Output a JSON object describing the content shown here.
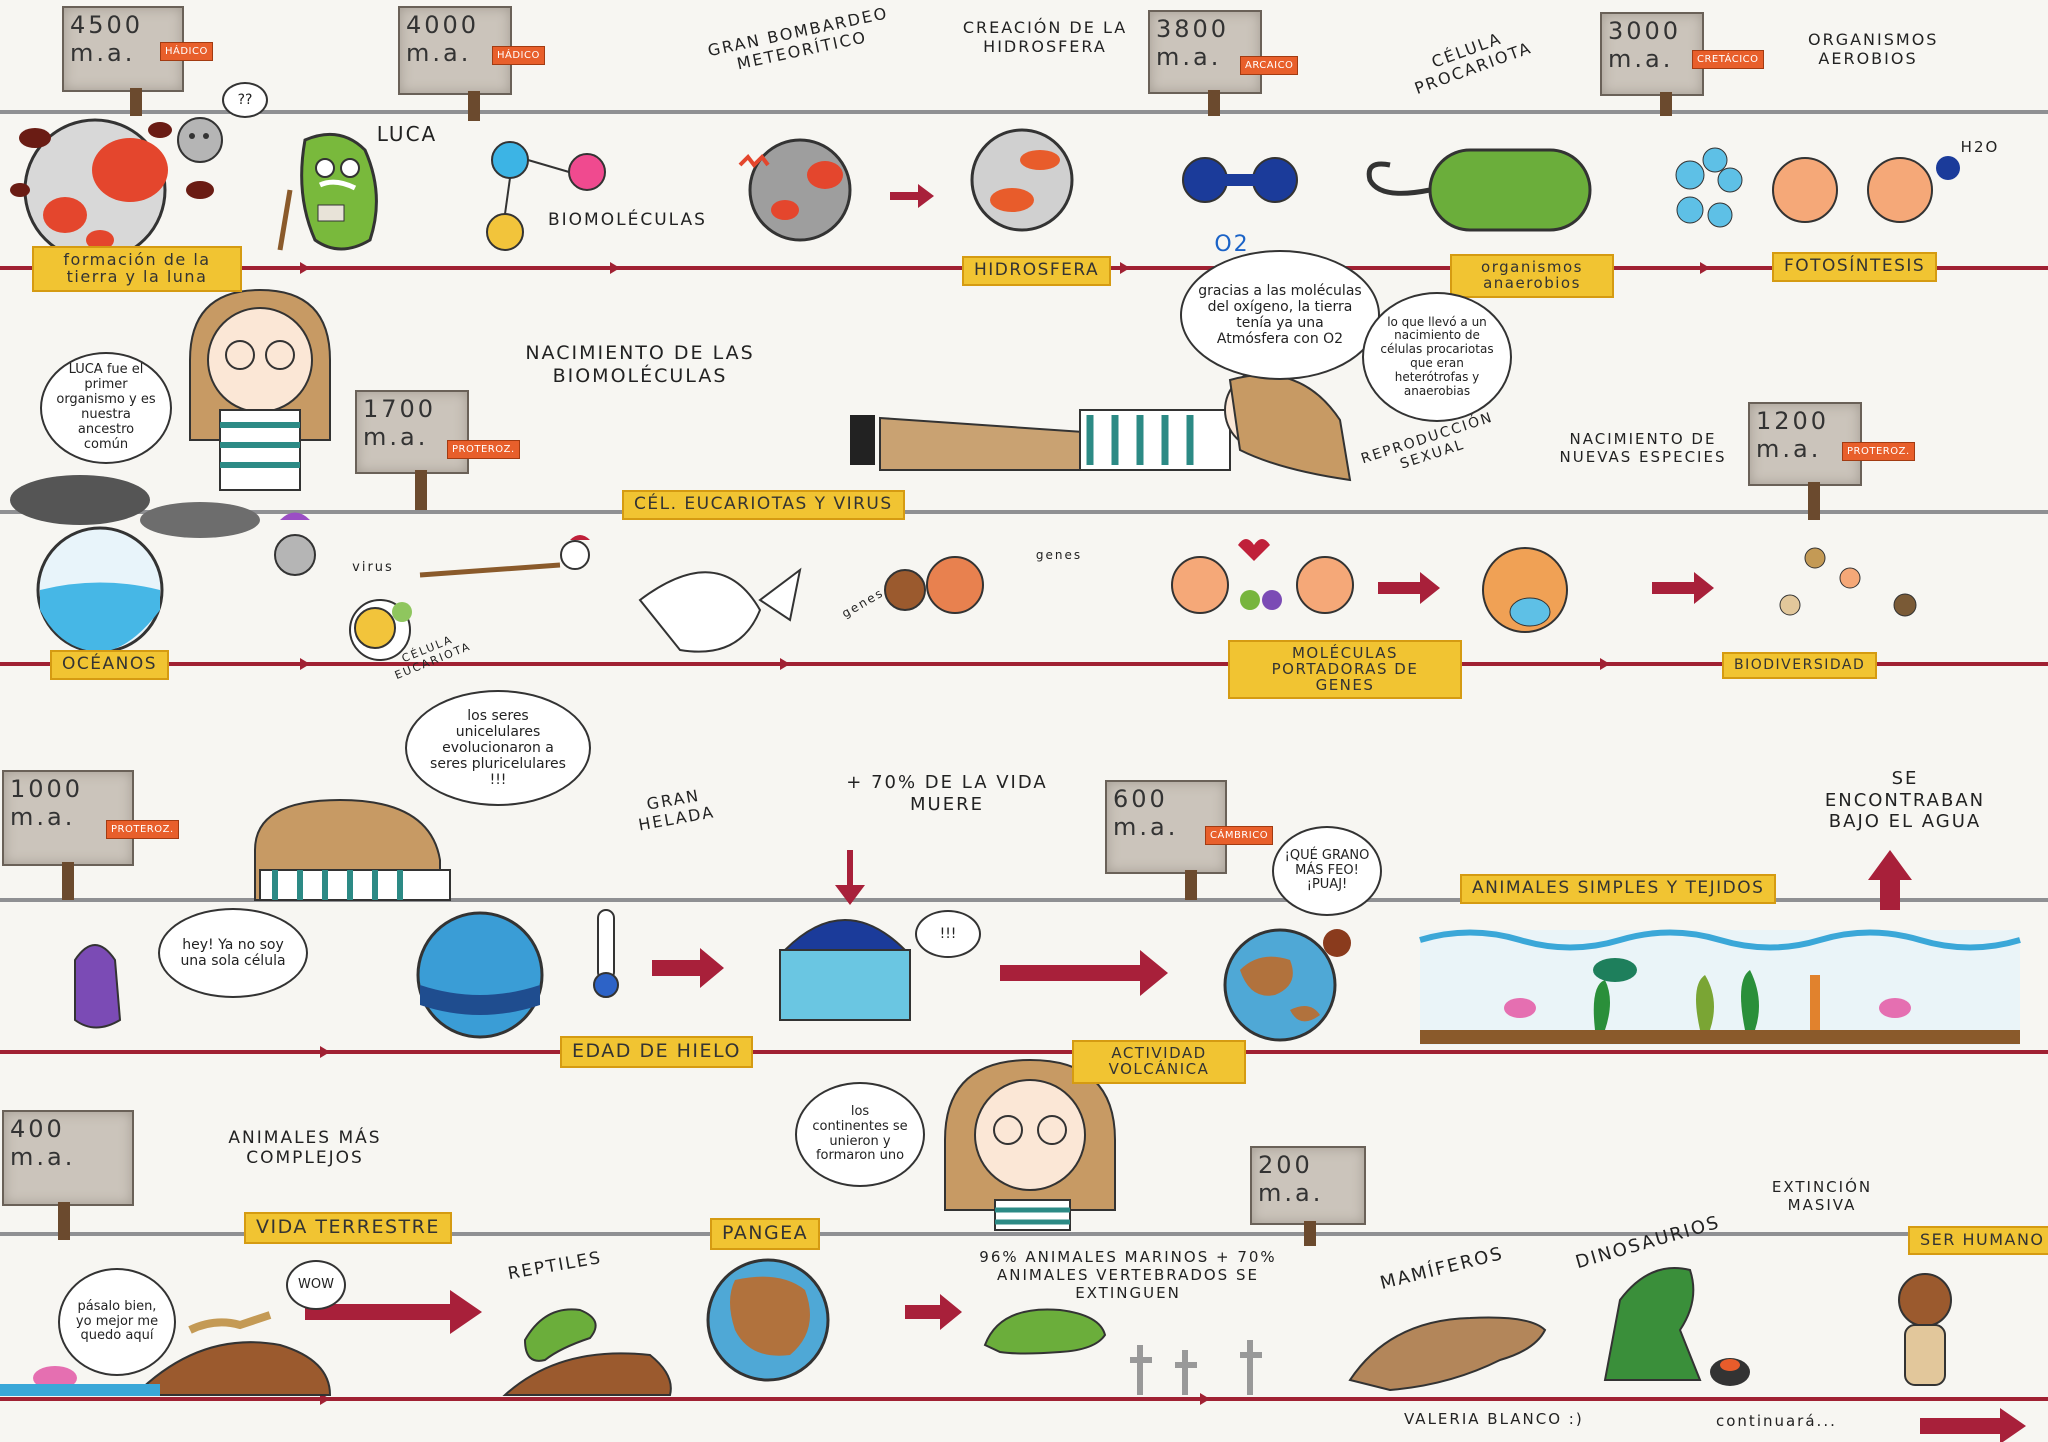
{
  "credits": {
    "author": "VALERIA BLANCO :)",
    "continue": "continuará..."
  },
  "row1": {
    "sign_4500": {
      "ma": "4500 m.a.",
      "era": "HÁDICO"
    },
    "sign_4000": {
      "ma": "4000 m.a.",
      "era": "HÁDICO"
    },
    "sign_3800": {
      "ma": "3800 m.a.",
      "era": "ARCAICO"
    },
    "sign_3000": {
      "ma": "3000 m.a.",
      "era": "CRETÁCICO"
    },
    "moon_bubble": "??",
    "luca_label": "LUCA",
    "biomolecules_label": "BIOMOLÉCULAS",
    "bombardment": "GRAN BOMBARDEO METEORÍTICO",
    "hydrosphere_creation": "CREACIÓN DE LA HIDROSFERA",
    "procaryote": "CÉLULA PROCARIOTA",
    "aerobic": "ORGANISMOS AEROBIOS",
    "h2o": "H2O",
    "earth_label": "formación de la tierra y la luna",
    "hydrosphere_label": "HIDROSFERA",
    "anaerobic_label": "organismos anaerobios",
    "photosynthesis_label": "FOTOSÍNTESIS"
  },
  "row2": {
    "luca_bubble": "LUCA fue el primer organismo y es nuestra ancestro común",
    "biomolecule_birth": "NACIMIENTO DE LAS BIOMOLÉCULAS",
    "o2_label": "O2",
    "oxygen_bubble": "gracias a las moléculas del oxígeno, la tierra tenía ya una Atmósfera con O2",
    "procaryote_bubble": "lo que llevó a un nacimiento de células procariotas que eran heterótrofas y anaerobias",
    "sign_1700": {
      "ma": "1700 m.a.",
      "era": "PROTEROZ."
    },
    "sign_1200": {
      "ma": "1200 m.a.",
      "era": "PROTEROZ."
    },
    "eukaryote_label": "CÉL. EUCARIOTAS Y VIRUS",
    "sexual_reproduction": "REPRODUCCIÓN SEXUAL",
    "new_species": "NACIMIENTO DE NUEVAS ESPECIES",
    "virus": "virus",
    "eukaryote_cell": "CÉLULA EUCARIOTA",
    "genes_left": "genes",
    "genes_right": "genes",
    "oceans_label": "OCÉANOS",
    "gene_molecules_label": "MOLÉCULAS PORTADORAS DE GENES",
    "biodiversity_label": "BIODIVERSIDAD"
  },
  "row3": {
    "multicell_bubble": "los seres unicelulares evolucionaron a seres pluricelulares !!!",
    "sign_1000": {
      "ma": "1000 m.a.",
      "era": "PROTEROZ."
    },
    "sign_600": {
      "ma": "600 m.a.",
      "era": "CÁMBRICO"
    },
    "great_freeze": "GRAN HELADA",
    "extinction_70": "+ 70% DE LA VIDA MUERE",
    "ugly_bubble": "¡QUÉ GRANO MÁS FEO! ¡PUAJ!",
    "underwater": "SE ENCONTRABAN BAJO EL AGUA",
    "simple_animals_label": "ANIMALES SIMPLES Y TEJIDOS",
    "cell_bubble": "hey! Ya no soy una sola célula",
    "ice_bubble": "!!!",
    "ice_age_label": "EDAD DE HIELO",
    "volcanic_label": "ACTIVIDAD VOLCÁNICA"
  },
  "row4": {
    "sign_400": {
      "ma": "400 m.a."
    },
    "sign_200": {
      "ma": "200 m.a."
    },
    "complex_animals": "ANIMALES MÁS COMPLEJOS",
    "continents_bubble": "los continentes se unieron y formaron uno",
    "land_life_label": "VIDA TERRESTRE",
    "pangea_label": "PANGEA",
    "mass_extinction": "EXTINCIÓN MASIVA",
    "human_label": "SER HUMANO",
    "stay_bubble": "pásalo bien, yo mejor me quedo aquí",
    "wow_bubble": "WOW",
    "reptiles": "REPTILES",
    "extinction_text": "96% ANIMALES MARINOS + 70% ANIMALES VERTEBRADOS SE EXTINGUEN",
    "mammals": "MAMÍFEROS",
    "dinosaurs": "DINOSAURIOS"
  },
  "colors": {
    "label_yellow": "#f1c432",
    "timeline_red": "#a02133",
    "guide_grey": "#8f9093",
    "sign_grey": "#cbc4bb",
    "era_orange": "#e85f2b"
  }
}
